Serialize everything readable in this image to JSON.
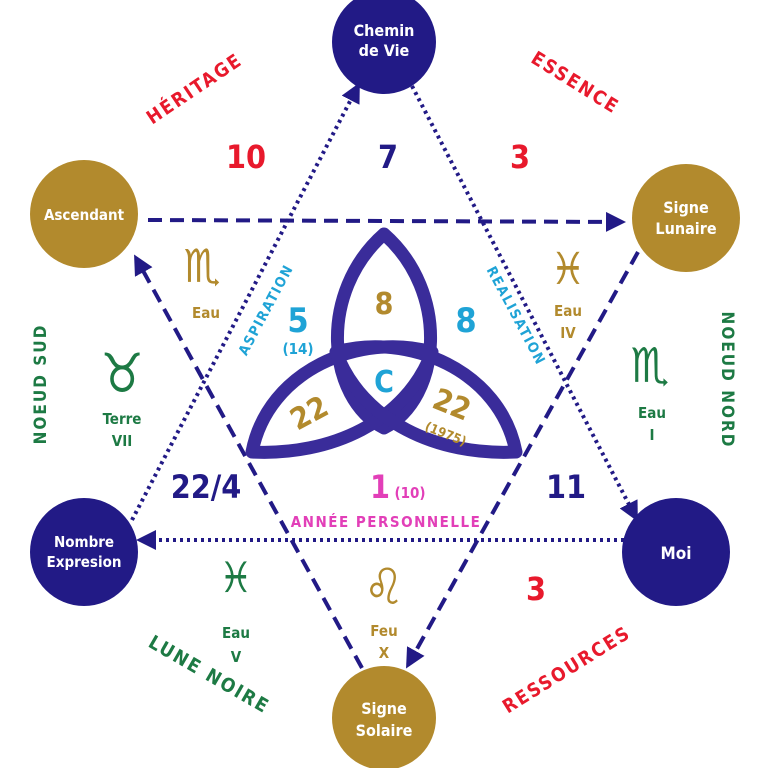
{
  "colors": {
    "navy": "#221a86",
    "gold": "#b28a2d",
    "red": "#e8192c",
    "green": "#1d7a44",
    "cyan": "#1fa3d6",
    "magenta": "#e23fb8",
    "triquetra": "#3a2c9a"
  },
  "nodes": {
    "chemin_de_vie": {
      "line1": "Chemin",
      "line2": "de Vie"
    },
    "signe_lunaire": {
      "line1": "Signe",
      "line2": "Lunaire"
    },
    "moi": {
      "line1": "Moi"
    },
    "signe_solaire": {
      "line1": "Signe",
      "line2": "Solaire"
    },
    "nombre_expresion": {
      "line1": "Nombre",
      "line2": "Expresion"
    },
    "ascendant": {
      "line1": "Ascendant"
    }
  },
  "arc_labels": {
    "heritage": "HÉRITAGE",
    "essence": "ESSENCE",
    "noeud_sud": "NOEUD SUD",
    "noeud_nord": "NOEUD NORD",
    "lune_noire": "LUNE NOIRE",
    "ressources": "RESSOURCES"
  },
  "line_labels": {
    "aspiration": "ASPIRATION",
    "realisation": "REALISATION"
  },
  "numbers": {
    "heritage": "10",
    "top": "7",
    "essence": "3",
    "left": "22/4",
    "right": "11",
    "ressources": "3",
    "aspiration": "5",
    "aspiration_sub": "(14)",
    "realisation": "8"
  },
  "center": {
    "top_lobe": "8",
    "center": "C",
    "left_lobe": "22",
    "right_lobe": "22",
    "right_lobe_sub": "(1975)",
    "annee_value": "1",
    "annee_sub": "(10)",
    "annee_label": "ANNÉE PERSONNELLE"
  },
  "signs": {
    "ascendant_sign": {
      "glyph": "♏",
      "element": "Eau",
      "house": ""
    },
    "lunaire_sign": {
      "glyph": "♓",
      "element": "Eau",
      "house": "IV"
    },
    "noeud_sud_sign": {
      "glyph": "♉",
      "element": "Terre",
      "house": "VII"
    },
    "noeud_nord_sign": {
      "glyph": "♏",
      "element": "Eau",
      "house": "I"
    },
    "lune_noire_sign": {
      "glyph": "♓",
      "element": "Eau",
      "house": "V"
    },
    "solaire_sign": {
      "glyph": "♌",
      "element": "Feu",
      "house": "X"
    }
  }
}
